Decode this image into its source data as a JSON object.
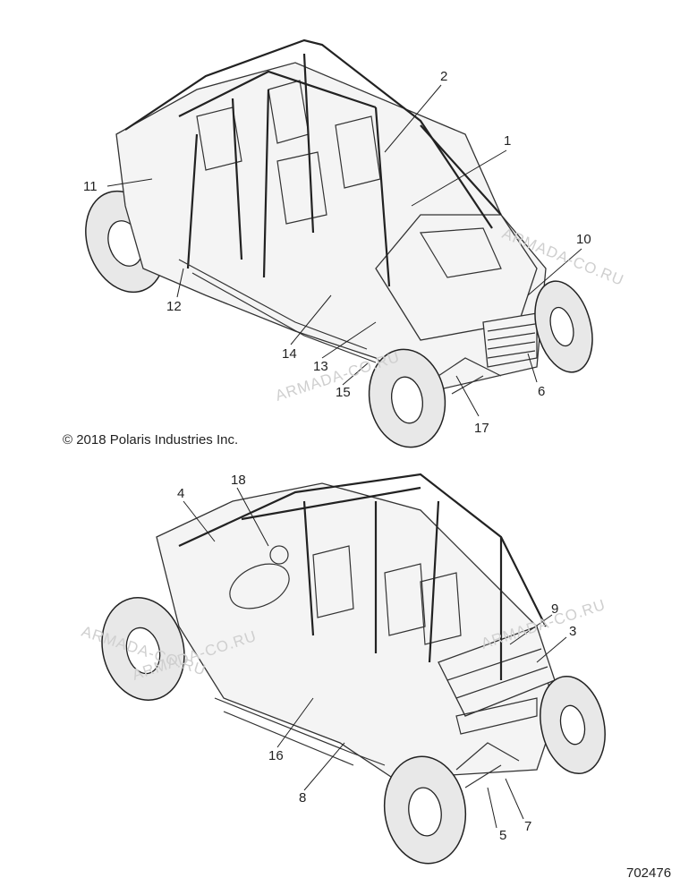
{
  "copyright": "© 2018 Polaris Industries Inc.",
  "figure_number": "702476",
  "watermark": "ARMADA-CO.RU",
  "callouts": {
    "c1": "1",
    "c2": "2",
    "c3": "3",
    "c4": "4",
    "c5": "5",
    "c6": "6",
    "c7": "7",
    "c8": "8",
    "c9": "9",
    "c10": "10",
    "c11": "11",
    "c12": "12",
    "c13": "13",
    "c14": "14",
    "c15": "15",
    "c16": "16",
    "c17": "17",
    "c18": "18"
  }
}
